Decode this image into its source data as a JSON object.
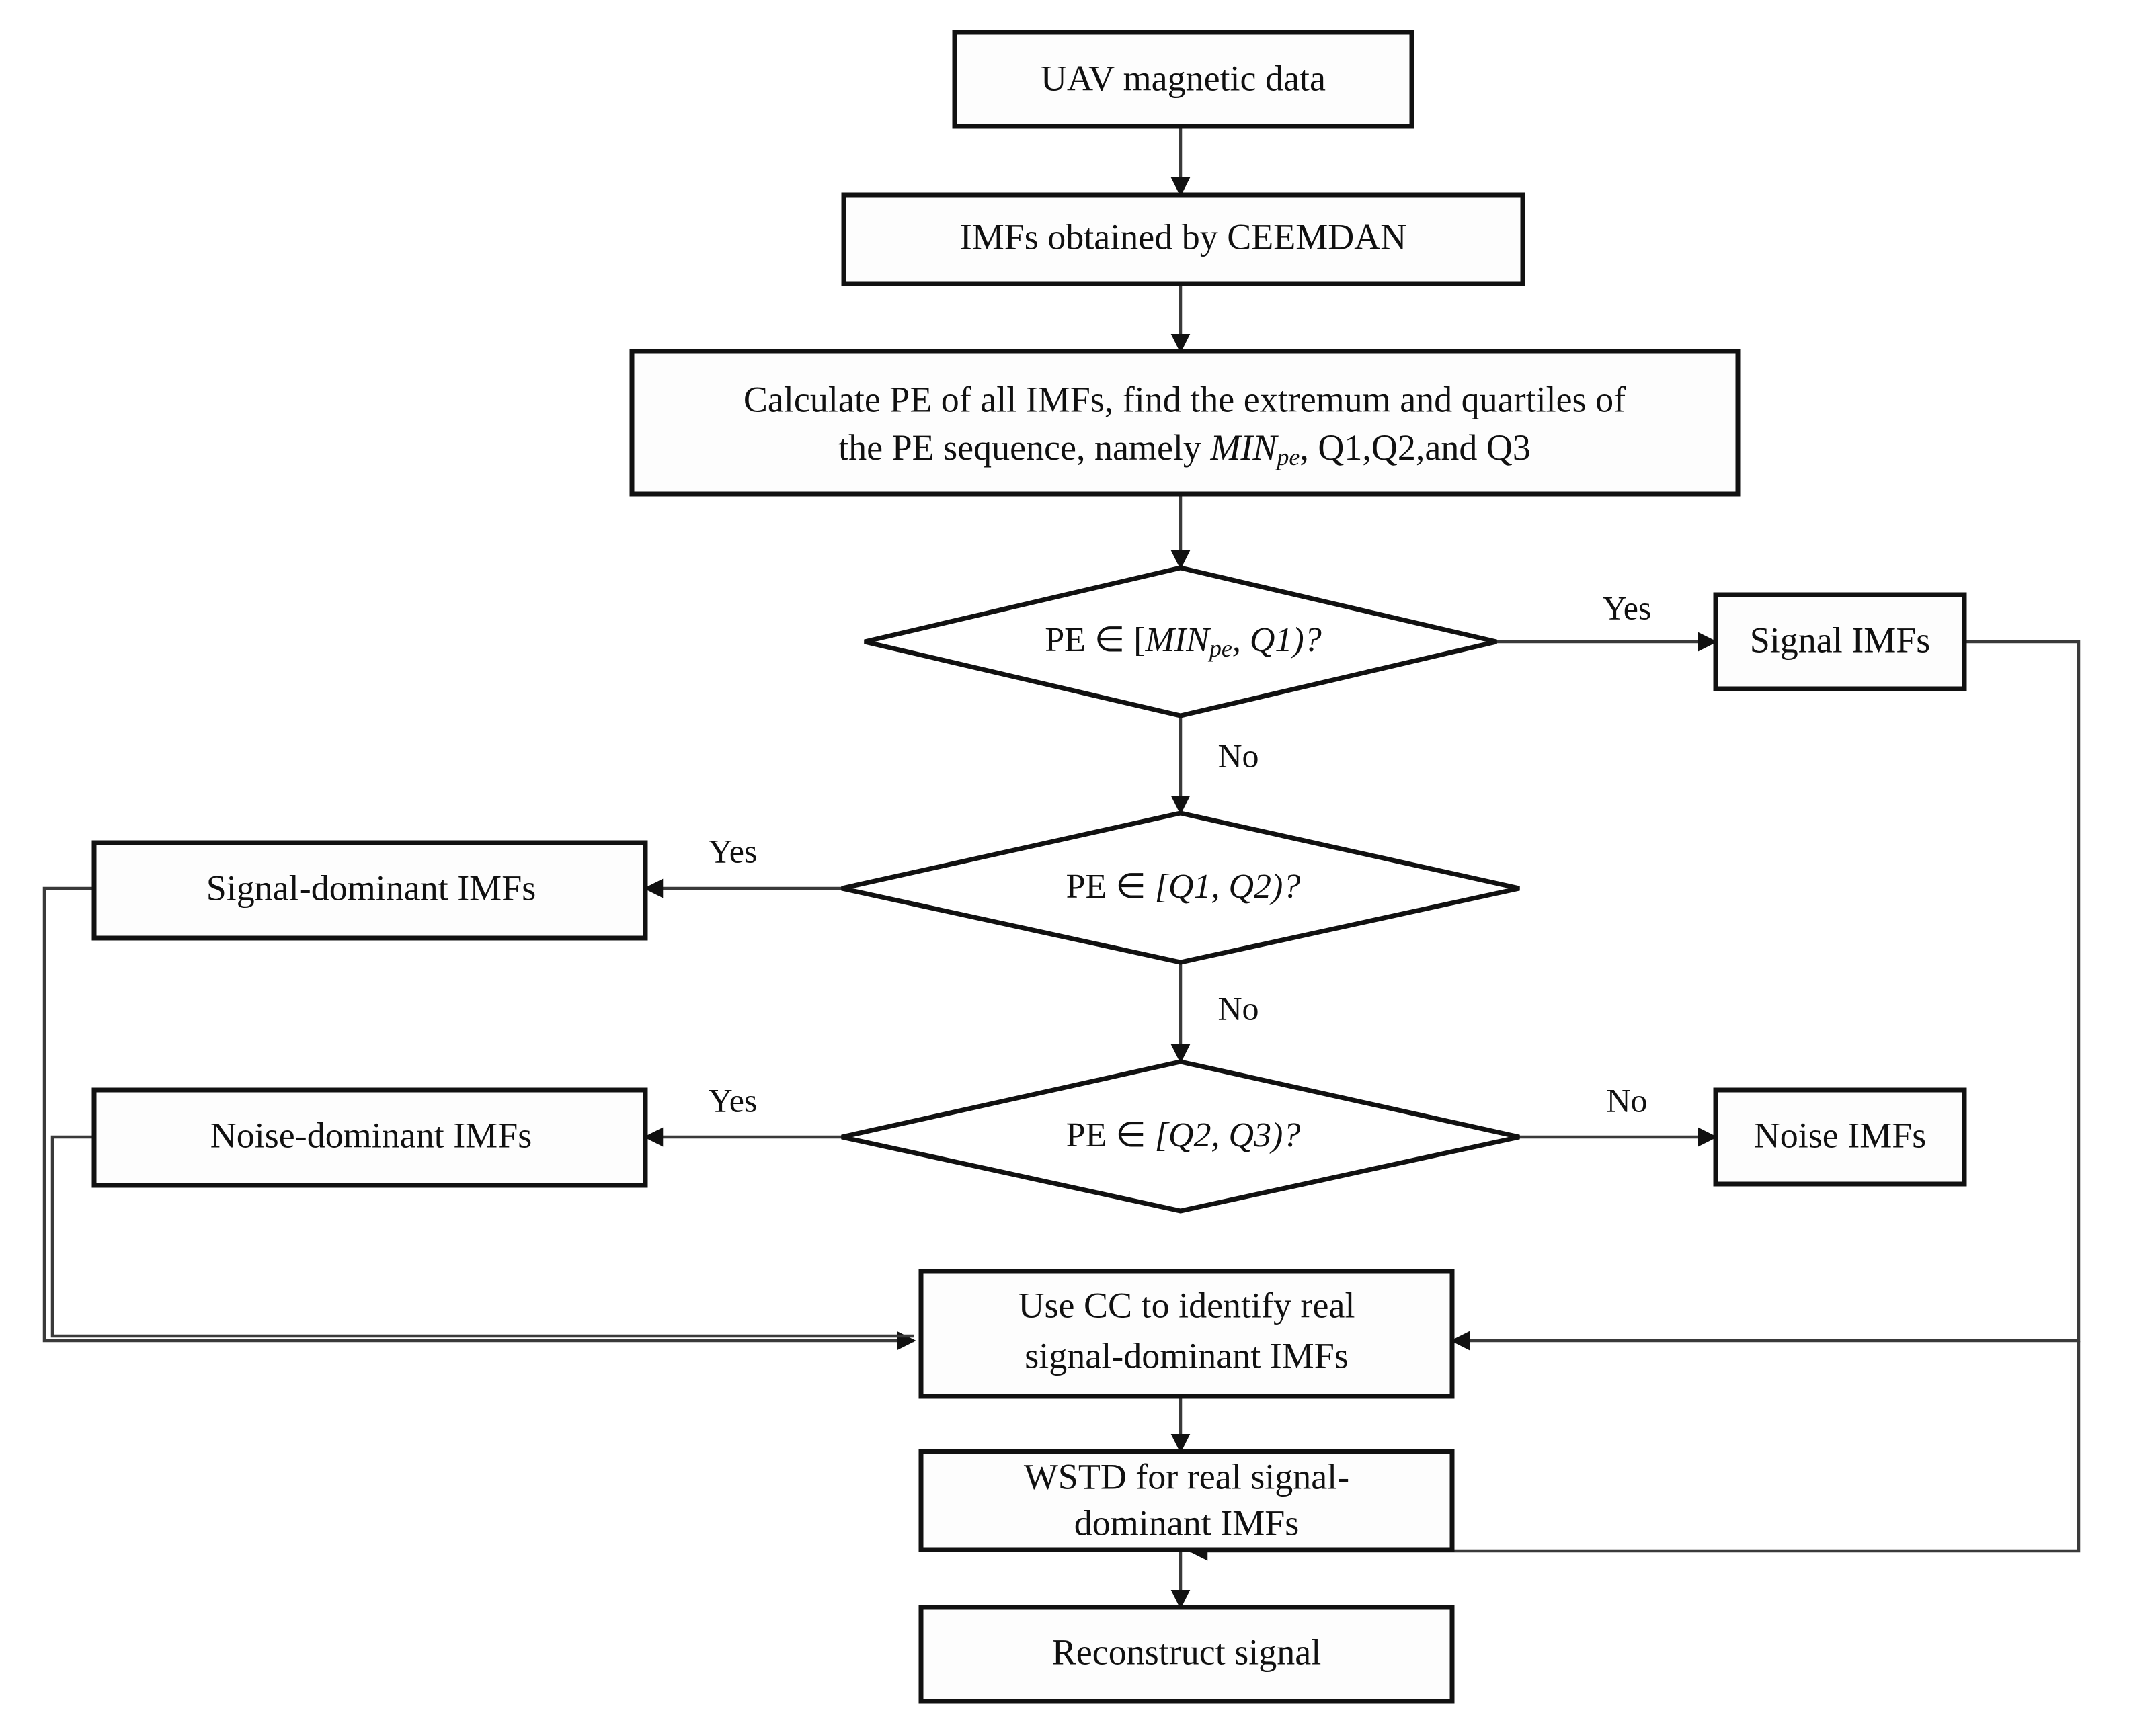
{
  "diagram": {
    "title": "UAV magnetic data denoising flowchart",
    "type": "flowchart",
    "orientation": "top-to-bottom",
    "colors": {
      "stroke": "#111111",
      "fill": "#ffffff",
      "edge": "#3a3a3a",
      "background": "#ffffff"
    },
    "nodes": [
      {
        "id": "n1",
        "shape": "rect",
        "label": "UAV magnetic data"
      },
      {
        "id": "n2",
        "shape": "rect",
        "label": "IMFs obtained by CEEMDAN"
      },
      {
        "id": "n3",
        "shape": "rect",
        "line1": "Calculate PE of all IMFs, find the extremum and quartiles of",
        "line2_a": "the PE sequence, namely ",
        "line2_b": "MIN",
        "line2_sub": "pe",
        "line2_c": ", Q1,Q2,and Q3"
      },
      {
        "id": "d1",
        "shape": "diamond",
        "pre": "PE ∈ ",
        "br_open": "[",
        "var": "MIN",
        "sub": "pe",
        "rest": ", Q1)?"
      },
      {
        "id": "d2",
        "shape": "diamond",
        "pre": "PE ∈ ",
        "expr": "[Q1, Q2)?"
      },
      {
        "id": "d3",
        "shape": "diamond",
        "pre": "PE ∈ ",
        "expr": "[Q2, Q3)?"
      },
      {
        "id": "b_signal",
        "shape": "rect",
        "label": "Signal IMFs"
      },
      {
        "id": "b_sigdom",
        "shape": "rect",
        "label": "Signal-dominant IMFs"
      },
      {
        "id": "b_noisedom",
        "shape": "rect",
        "label": "Noise-dominant IMFs"
      },
      {
        "id": "b_noise",
        "shape": "rect",
        "label": "Noise IMFs"
      },
      {
        "id": "n_cc",
        "shape": "rect",
        "line1": "Use CC to identify real",
        "line2": "signal-dominant IMFs"
      },
      {
        "id": "n_wstd",
        "shape": "rect",
        "line1": "WSTD for real signal-",
        "line2": "dominant IMFs"
      },
      {
        "id": "n_rec",
        "shape": "rect",
        "label": "Reconstruct signal"
      }
    ],
    "edge_labels": {
      "d1_yes": "Yes",
      "d1_no": "No",
      "d2_yes": "Yes",
      "d2_no": "No",
      "d3_yes": "Yes",
      "d3_no": "No"
    }
  }
}
